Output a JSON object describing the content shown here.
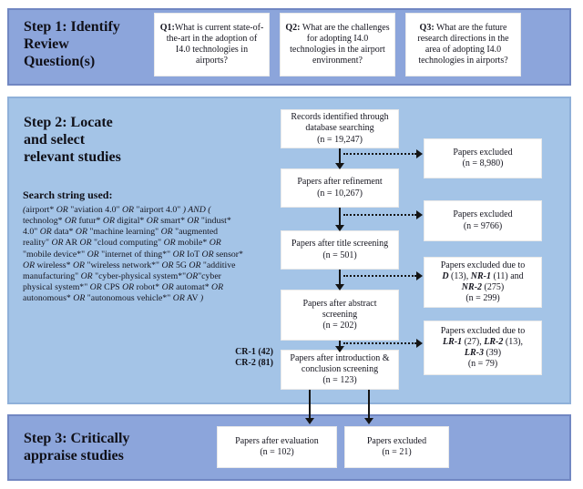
{
  "colors": {
    "band_dark": "#8CA5DB",
    "band_light": "#A4C4E7",
    "band_dark_border": "#7187C2",
    "band_light_border": "#8FB0D9",
    "arrow": "#141414",
    "box_bg": "#FFFFFF"
  },
  "step1": {
    "title": "Step 1: Identify\nReview\nQuestion(s)",
    "questions": [
      {
        "prefix": "Q1:",
        "text": "What is current state-of-the-art in the adoption of I4.0 technologies in airports?"
      },
      {
        "prefix": "Q2:",
        "text": " What are the challenges for adopting I4.0 technologies in the airport environment?"
      },
      {
        "prefix": "Q3:",
        "text": " What are the future research directions in the area of adopting I4.0 technologies in airports?"
      }
    ]
  },
  "step2": {
    "title": "Step 2: Locate\nand select\nrelevant studies",
    "search_label": "Search string used:",
    "search_segments": [
      {
        "t": "(",
        "i": true
      },
      {
        "t": "airport* "
      },
      {
        "t": "OR",
        "i": true
      },
      {
        "t": " \"aviation 4.0\" "
      },
      {
        "t": "OR",
        "i": true
      },
      {
        "t": " \"airport 4.0\" "
      },
      {
        "t": ") AND (",
        "i": true
      },
      {
        "t": " technolog* "
      },
      {
        "t": "OR",
        "i": true
      },
      {
        "t": " futur* "
      },
      {
        "t": "OR",
        "i": true
      },
      {
        "t": " digital* "
      },
      {
        "t": "OR",
        "i": true
      },
      {
        "t": " smart* "
      },
      {
        "t": "OR",
        "i": true
      },
      {
        "t": " \"indust* 4.0\" "
      },
      {
        "t": "OR",
        "i": true
      },
      {
        "t": " data* "
      },
      {
        "t": "OR",
        "i": true
      },
      {
        "t": " \"machine learning\" "
      },
      {
        "t": "OR",
        "i": true
      },
      {
        "t": " \"augmented reality\" "
      },
      {
        "t": "OR",
        "i": true
      },
      {
        "t": " AR "
      },
      {
        "t": "OR",
        "i": true
      },
      {
        "t": " \"cloud computing\" "
      },
      {
        "t": "OR",
        "i": true
      },
      {
        "t": " mobile* "
      },
      {
        "t": "OR",
        "i": true
      },
      {
        "t": " \"mobile device*\" "
      },
      {
        "t": "OR",
        "i": true
      },
      {
        "t": " \"internet of thing*\" "
      },
      {
        "t": "OR",
        "i": true
      },
      {
        "t": " IoT "
      },
      {
        "t": "OR",
        "i": true
      },
      {
        "t": " sensor* "
      },
      {
        "t": "OR",
        "i": true
      },
      {
        "t": " wireless* "
      },
      {
        "t": "OR",
        "i": true
      },
      {
        "t": " \"wireless network*\" "
      },
      {
        "t": "OR",
        "i": true
      },
      {
        "t": " 5G "
      },
      {
        "t": "OR",
        "i": true
      },
      {
        "t": " \"additive manufacturing\" "
      },
      {
        "t": "OR",
        "i": true
      },
      {
        "t": " \"cyber-physical system*\""
      },
      {
        "t": "OR",
        "i": true
      },
      {
        "t": "\"cyber physical system*\" "
      },
      {
        "t": "OR",
        "i": true
      },
      {
        "t": " CPS "
      },
      {
        "t": "OR",
        "i": true
      },
      {
        "t": " robot* "
      },
      {
        "t": "OR",
        "i": true
      },
      {
        "t": " automat* "
      },
      {
        "t": "OR",
        "i": true
      },
      {
        "t": " autonomous* "
      },
      {
        "t": "OR",
        "i": true
      },
      {
        "t": " \"autonomous vehicle*\" "
      },
      {
        "t": "OR",
        "i": true
      },
      {
        "t": " AV ",
        "": false
      },
      {
        "t": ")",
        "i": true
      }
    ],
    "cr_note": "CR-1 (42)\nCR-2 (81)",
    "flow": [
      {
        "label": "Records identified through database searching",
        "count": "(n = 19,247)"
      },
      {
        "label": "Papers after refinement",
        "count": "(n = 10,267)"
      },
      {
        "label": "Papers after title screening",
        "count": "(n = 501)"
      },
      {
        "label": "Papers after abstract screening",
        "count": "(n = 202)"
      },
      {
        "label": "Papers after introduction & conclusion screening",
        "count": "(n = 123)"
      }
    ],
    "excluded": [
      {
        "lines": [
          [
            {
              "t": "Papers excluded"
            }
          ],
          [
            {
              "t": "(n = 8,980)"
            }
          ]
        ]
      },
      {
        "lines": [
          [
            {
              "t": "Papers excluded"
            }
          ],
          [
            {
              "t": "(n = 9766)"
            }
          ]
        ]
      },
      {
        "lines": [
          [
            {
              "t": "Papers excluded due to"
            }
          ],
          [
            {
              "t": "D",
              "bi": true
            },
            {
              "t": " (13), "
            },
            {
              "t": "NR-1",
              "bi": true
            },
            {
              "t": " (11) and"
            }
          ],
          [
            {
              "t": "NR-2",
              "bi": true
            },
            {
              "t": " (275)"
            }
          ],
          [
            {
              "t": "(n = 299)"
            }
          ]
        ]
      },
      {
        "lines": [
          [
            {
              "t": "Papers excluded due to"
            }
          ],
          [
            {
              "t": "LR-1",
              "bi": true
            },
            {
              "t": " (27), "
            },
            {
              "t": "LR-2",
              "bi": true
            },
            {
              "t": " (13),"
            }
          ],
          [
            {
              "t": "LR-3",
              "bi": true
            },
            {
              "t": " (39)"
            }
          ],
          [
            {
              "t": "(n = 79)"
            }
          ]
        ]
      }
    ]
  },
  "step3": {
    "title": "Step 3: Critically\nappraise studies",
    "boxes": [
      {
        "label": "Papers after evaluation",
        "count": "(n = 102)"
      },
      {
        "label": "Papers excluded",
        "count": "(n = 21)"
      }
    ]
  }
}
